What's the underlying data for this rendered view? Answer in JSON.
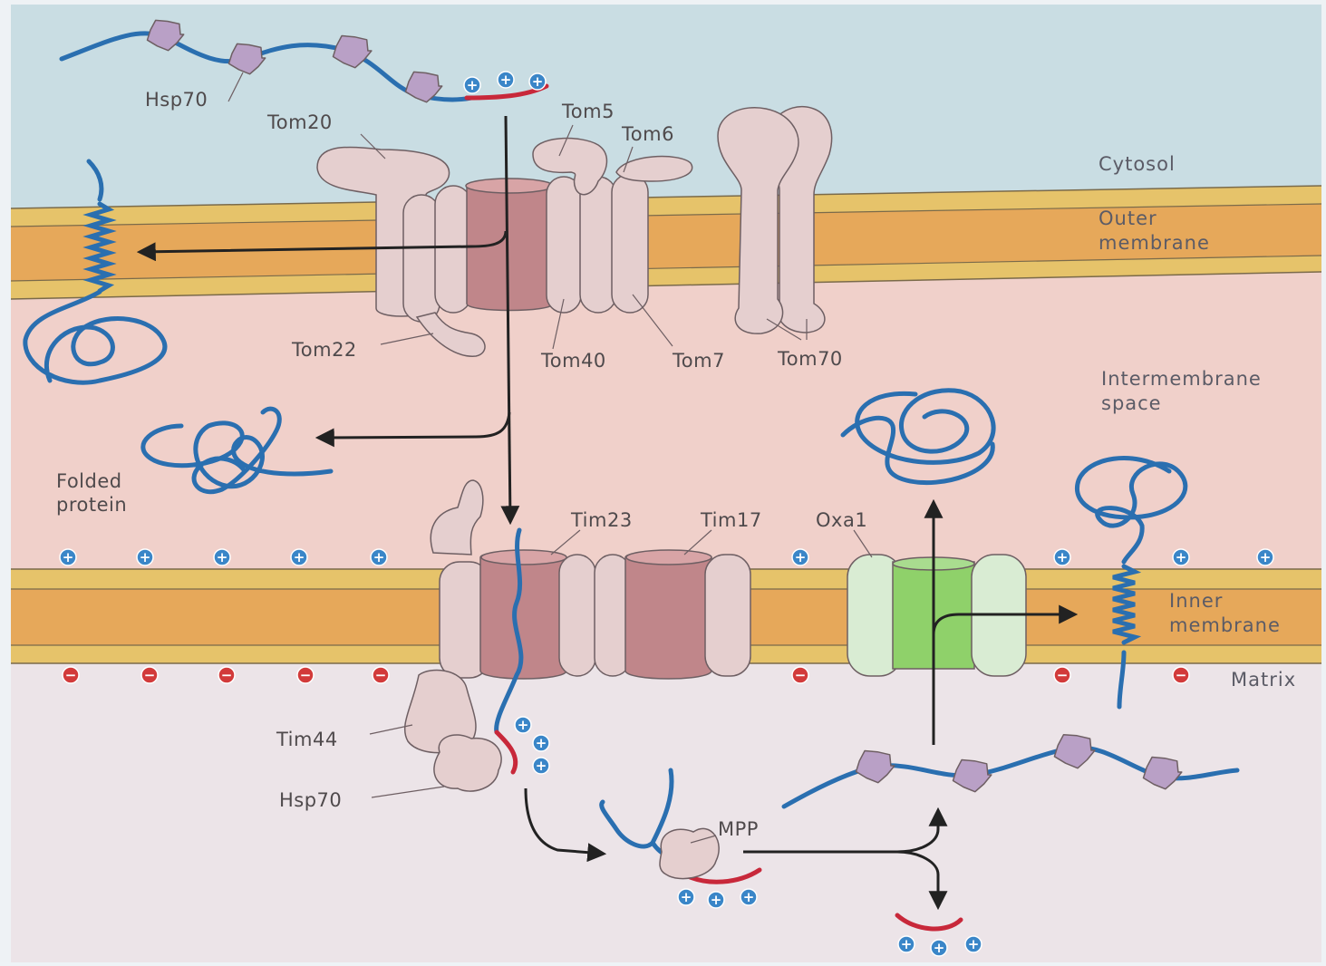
{
  "labels": {
    "hsp70_top": "Hsp70",
    "tom20": "Tom20",
    "tom5": "Tom5",
    "tom6": "Tom6",
    "tom22": "Tom22",
    "tom40": "Tom40",
    "tom7": "Tom7",
    "tom70": "Tom70",
    "folded_protein_line1": "Folded",
    "folded_protein_line2": "protein",
    "tim23": "Tim23",
    "tim17": "Tim17",
    "oxa1": "Oxa1",
    "tim44": "Tim44",
    "hsp70_bottom": "Hsp70",
    "mpp": "MPP"
  },
  "regions": {
    "cytosol": "Cytosol",
    "outer_membrane_line1": "Outer",
    "outer_membrane_line2": "membrane",
    "intermembrane_line1": "Intermembrane",
    "intermembrane_line2": "space",
    "inner_membrane_line1": "Inner",
    "inner_membrane_line2": "membrane",
    "matrix": "Matrix"
  },
  "charge_symbols": {
    "positive": "+",
    "negative": "−"
  },
  "colors": {
    "cytosol": "#c9dde3",
    "outer_membrane": "#e9b35a",
    "intermembrane_space": "#f0cfc9",
    "inner_membrane": "#e9b35a",
    "matrix": "#ede5e9",
    "protein_chain": "#2a6fb0",
    "signal_sequence": "#c8283a",
    "hsp70": "#b9a0c6",
    "tom_complex": "#e7d0d0",
    "pore": "#c0868a",
    "oxa1_pore": "#8fd16a"
  }
}
